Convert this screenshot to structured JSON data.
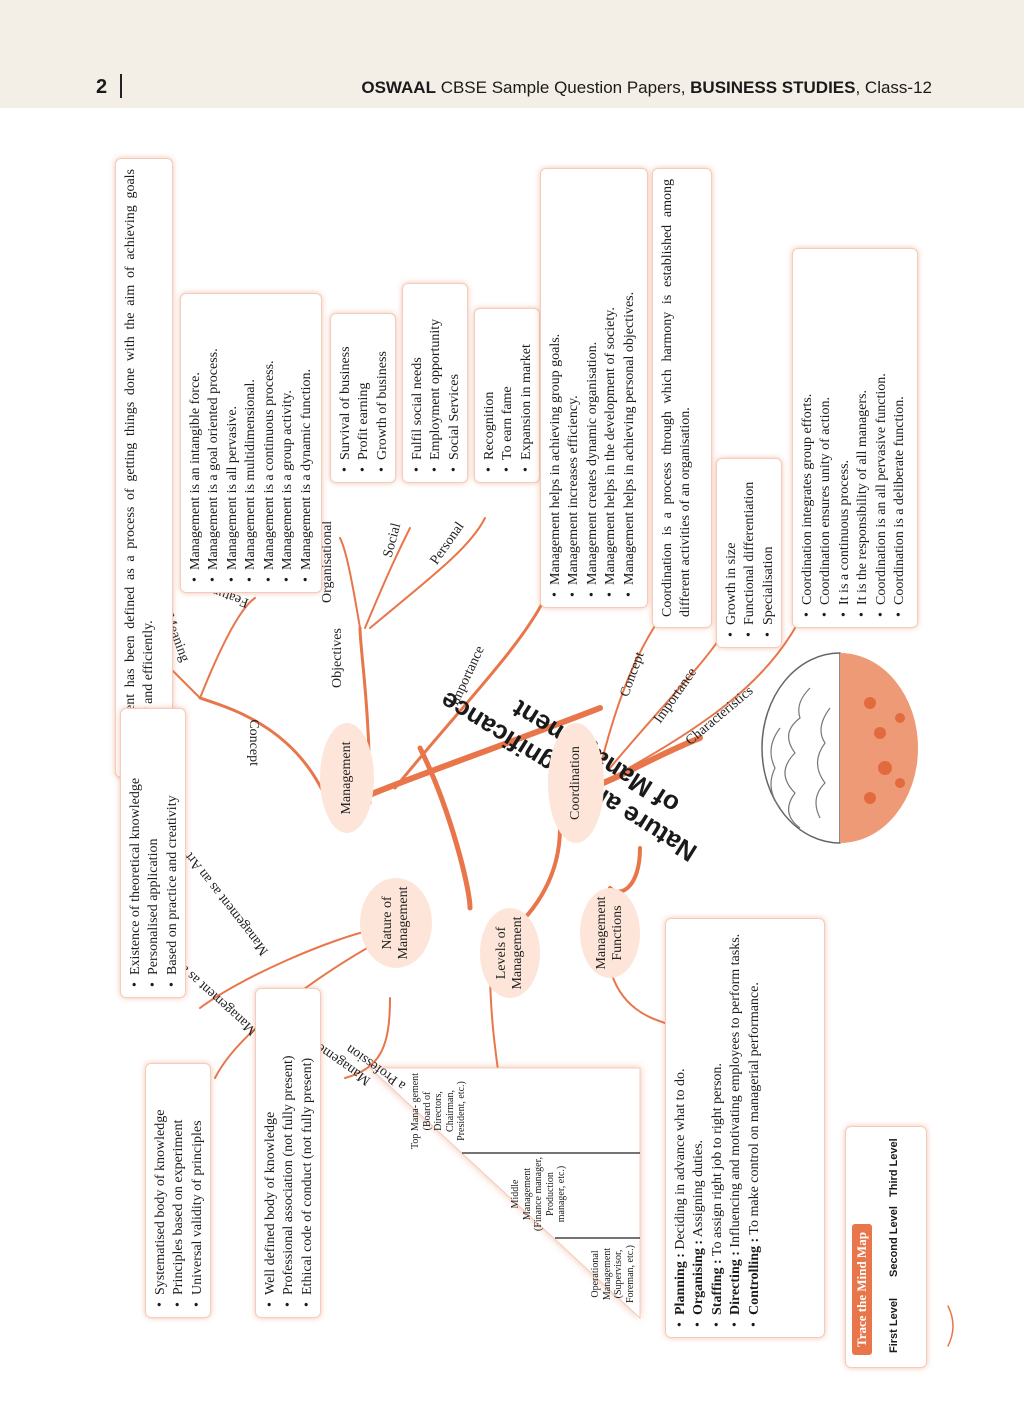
{
  "header": {
    "page_number": "2",
    "brand": "OSWAAL",
    "series": "CBSE Sample Question Papers,",
    "subject": "BUSINESS STUDIES",
    "class": ", Class-12"
  },
  "mindmap": {
    "title_line1": "Nature and Significance",
    "title_line2": "of Management",
    "colors": {
      "branch": "#e8764a",
      "node_fill": "#fde6d9",
      "box_glow": "#f3cdbb"
    },
    "management": {
      "label": "Management",
      "concept_label": "Concept",
      "meaning_label": "Meaning",
      "meaning_text": "Management has been defined as a process of getting things done with the aim of achieving goals effectively and efficiently.",
      "features_label": "Features",
      "features": [
        "Management is an intangible force.",
        "Management is a goal oriented process.",
        "Management is all pervasive.",
        "Management is multidimensional.",
        "Management is a continuous process.",
        "Management is a group activity.",
        "Management is a dynamic function."
      ],
      "objectives_label": "Objectives",
      "organisational_label": "Organisational",
      "organisational": [
        "Survival of business",
        "Profit earning",
        "Growth of business"
      ],
      "social_label": "Social",
      "social": [
        "Fulfil social needs",
        "Employment opportunity",
        "Social Services"
      ],
      "personal_label": "Personal",
      "personal": [
        "Recognition",
        "To earn fame",
        "Expansion in market"
      ],
      "importance_label": "Importance",
      "importance": [
        "Management helps in achieving group goals.",
        "Management increases efficiency.",
        "Management creates dynamic organisation.",
        "Management helps in the development of society.",
        "Management helps in achieving personal objectives."
      ]
    },
    "coordination": {
      "label": "Coordination",
      "concept_label": "Concept",
      "concept_text": "Coordination is a process through which harmony is established among different activities of an organisation.",
      "importance_label": "Importance",
      "importance": [
        "Growth in size",
        "Functional differentiation",
        "Specialisation"
      ],
      "characteristics_label": "Characteristics",
      "characteristics": [
        "Coordination integrates group efforts.",
        "Coordination ensures unity of action.",
        "It is a continuous process.",
        "It is the responsibility of all managers.",
        "Coordination is an all pervasive function.",
        "Coordination is a deliberate function."
      ]
    },
    "nature": {
      "label": "Nature of Management",
      "art_label": "Management as an Art",
      "art": [
        "Existence of theoretical knowledge",
        "Personalised application",
        "Based on practice and creativity"
      ],
      "science_label": "Management as a Science",
      "science": [
        "Systematised body of knowledge",
        "Principles based on experiment",
        "Universal validity of principles"
      ],
      "profession_label1": "Management as",
      "profession_label2": "a Profession",
      "profession": [
        "Well defined body of knowledge",
        "Professional association (not fully present)",
        "Ethical code of conduct (not fully present)"
      ]
    },
    "levels": {
      "label": "Levels of Management",
      "top": "Top Mana- gement (Board of Directors, Chairman, President, etc.)",
      "middle": "Middle Management (Finance manager, Production manager, etc.)",
      "operational": "Operational Management (Supervisor, Foreman, etc.)"
    },
    "functions": {
      "label": "Management Functions",
      "items": [
        {
          "term": "Planning :",
          "text": " Deciding in advance what to do."
        },
        {
          "term": "Organising :",
          "text": " Assigning duties."
        },
        {
          "term": "Staffing :",
          "text": " To assign right job to right person."
        },
        {
          "term": "Directing :",
          "text": " Influencing and motivating employees to perform tasks."
        },
        {
          "term": "Controlling :",
          "text": " To make control on managerial performance."
        }
      ]
    },
    "legend": {
      "title": "Trace the Mind Map",
      "first": "First Level",
      "second": "Second Level",
      "third": "Third Level"
    }
  }
}
